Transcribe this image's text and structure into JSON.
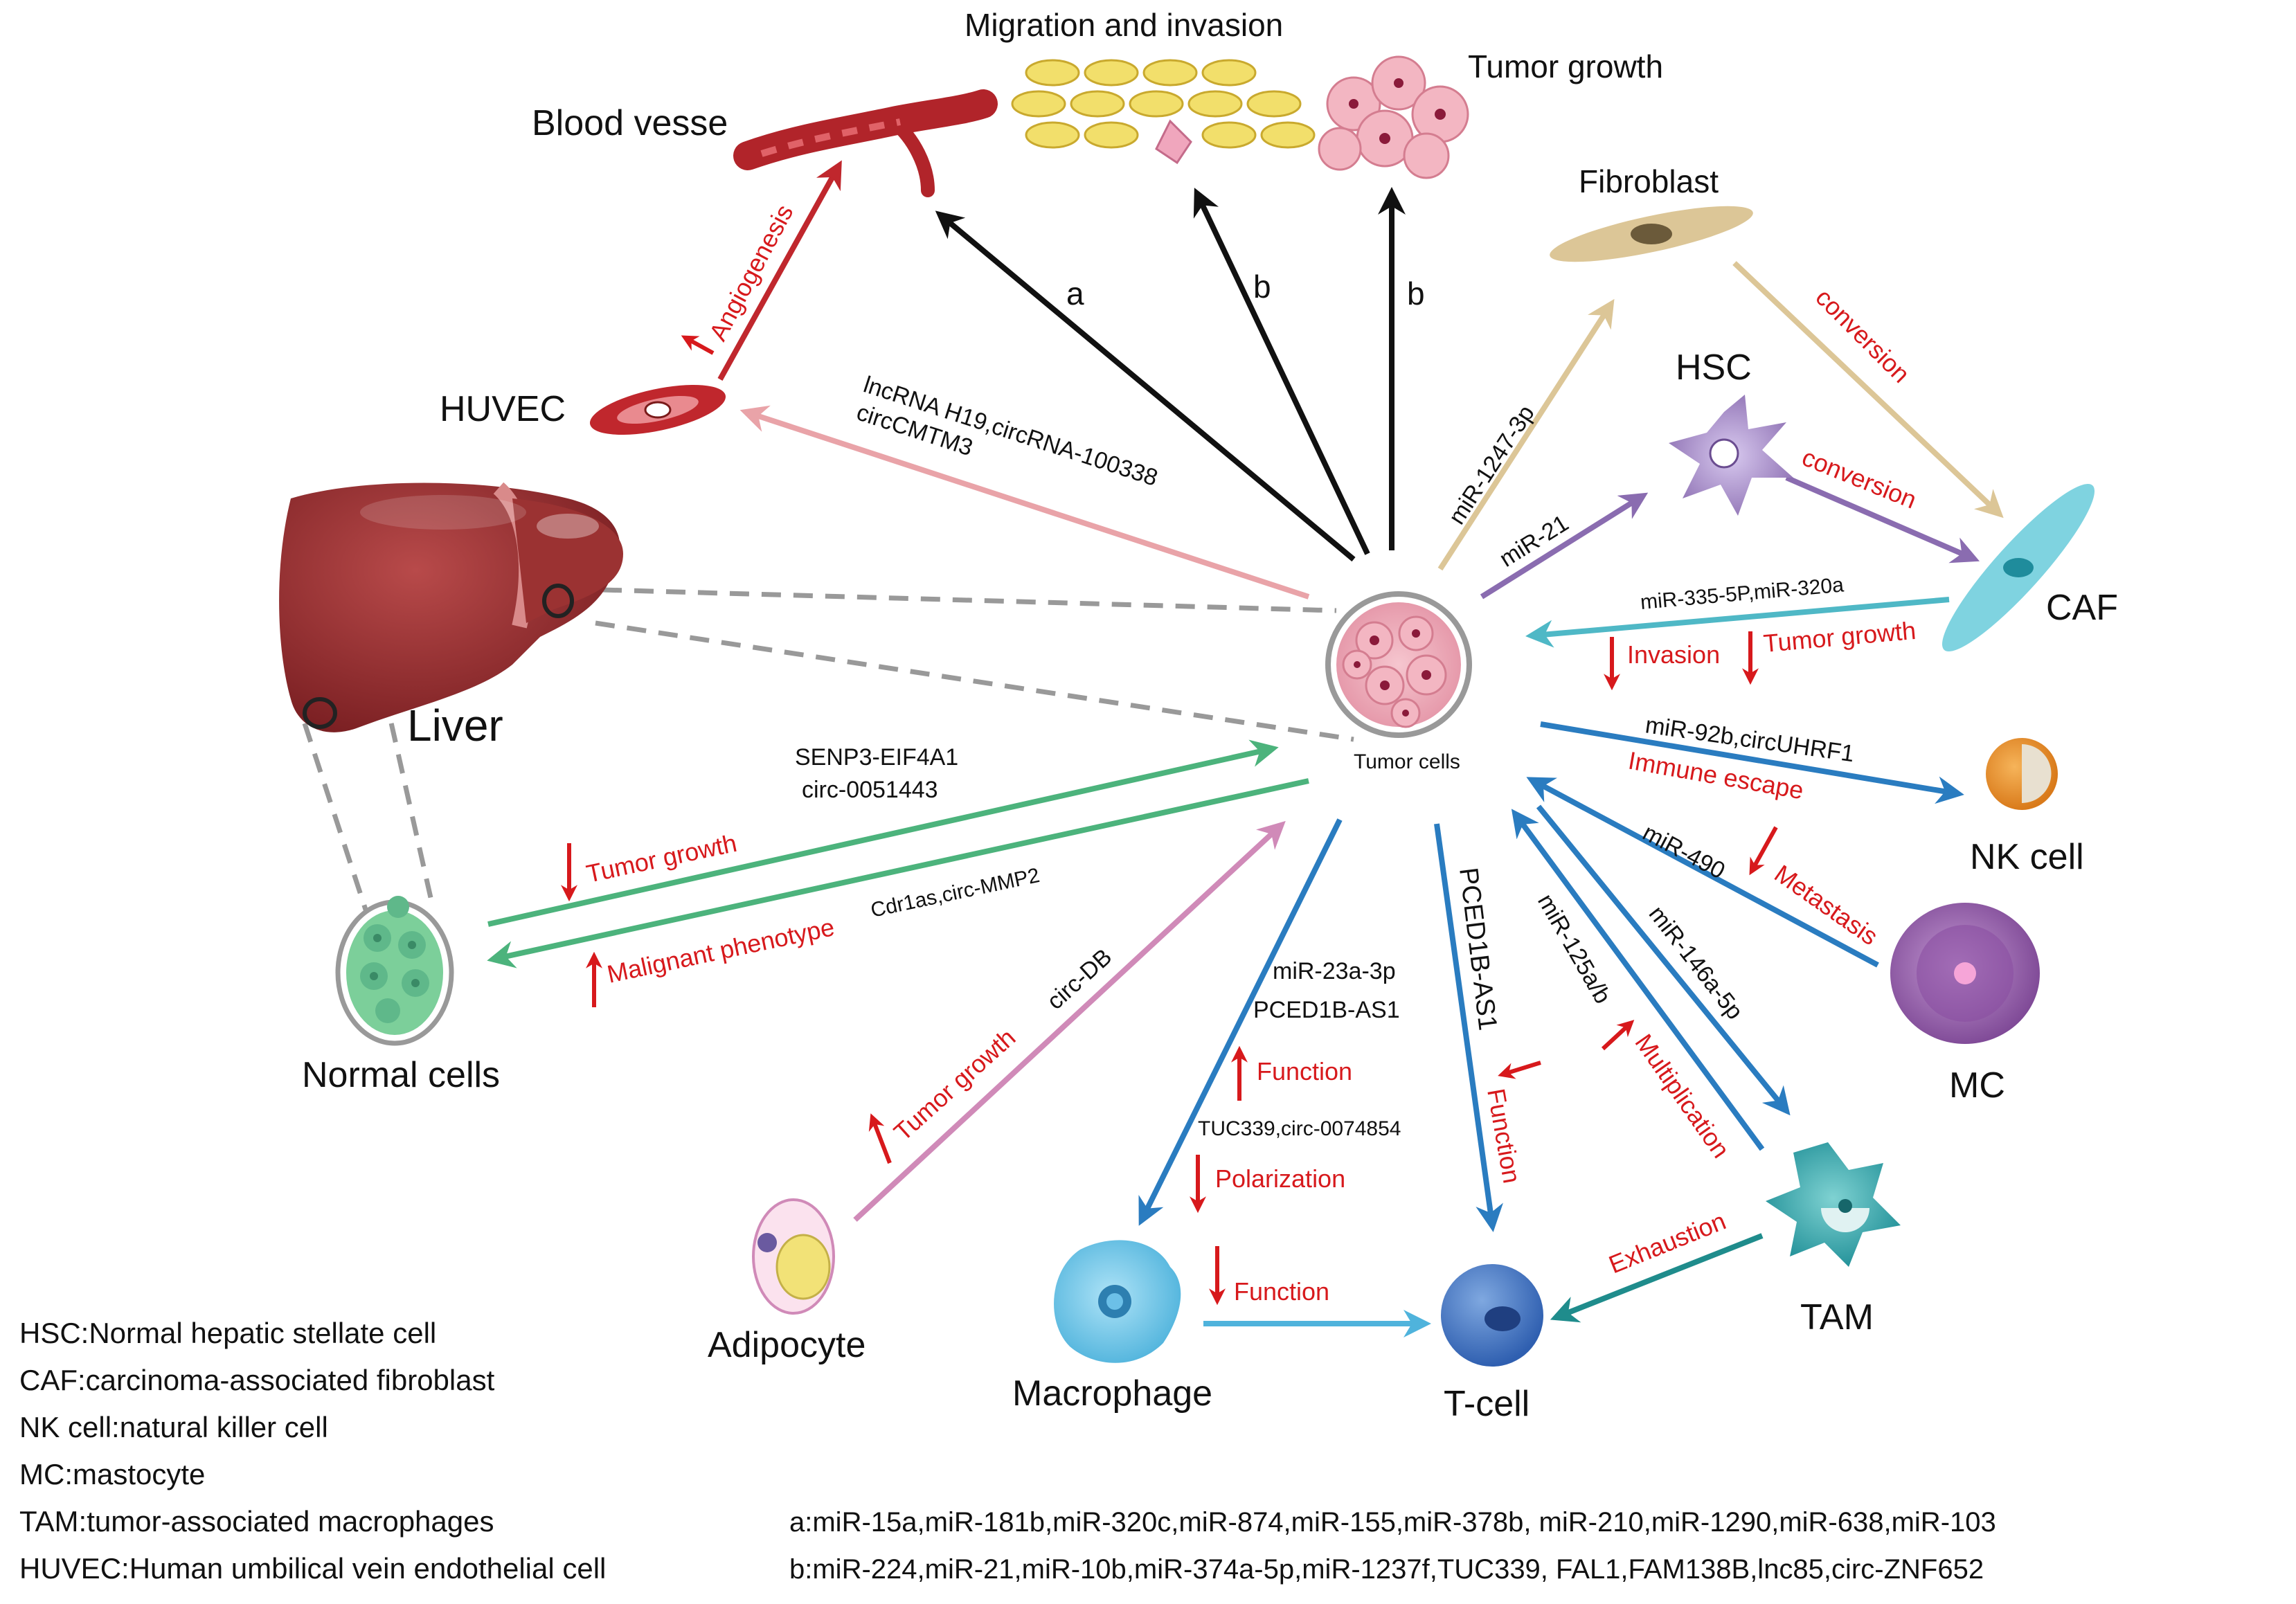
{
  "center": {
    "label": "Tumor cells"
  },
  "organs": {
    "liver": "Liver",
    "normal_cells": "Normal cells"
  },
  "targets": {
    "blood_vessel": "Blood vesse",
    "migration": "Migration and invasion",
    "tumor_growth": "Tumor growth",
    "fibroblast": "Fibroblast",
    "hsc": "HSC",
    "caf": "CAF",
    "nk": "NK cell",
    "mc": "MC",
    "tam": "TAM",
    "tcell": "T-cell",
    "macrophage": "Macrophage",
    "adipocyte": "Adipocyte",
    "huvec": "HUVEC"
  },
  "arrow_letters": {
    "a": "a",
    "b1": "b",
    "b2": "b"
  },
  "molecules": {
    "huvec_1": "lncRNA H19,circRNA-100338",
    "huvec_2": "circCMTM3",
    "fibro": "miR-1247-3p",
    "hsc": "miR-21",
    "caf": "miR-335-5P,miR-320a",
    "nk": "miR-92b,circUHRF1",
    "mc": "miR-490",
    "tam_out": "miR-146a-5p",
    "tam_in": "miR-125a/b",
    "tcell": "PCED1B-AS1",
    "mac_1": "miR-23a-3p",
    "mac_2": "PCED1B-AS1",
    "mac_3": "TUC339,circ-0074854",
    "adipo": "circ-DB",
    "normal_in_1": "SENP3-EIF4A1",
    "normal_in_2": "circ-0051443",
    "normal_out": "Cdr1as,circ-MMP2"
  },
  "effects": {
    "angiogenesis": "Angiogenesis",
    "fibro_conversion": "conversion",
    "hsc_conversion": "conversion",
    "invasion": "Invasion",
    "caf_tumor_growth": "Tumor growth",
    "immune_escape": "Immune escape",
    "metastasis": "Metastasis",
    "multiplication": "Multiplication",
    "tcell_function": "Function",
    "mac_function_up": "Function",
    "polarization": "Polarization",
    "mac_function_down": "Function",
    "exhaustion": "Exhaustion",
    "adipo_tumor_growth": "Tumor growth",
    "normal_tumor_growth": "Tumor growth",
    "malignant": "Malignant phenotype"
  },
  "legend": [
    "HSC:Normal hepatic stellate cell",
    "CAF:carcinoma-associated fibroblast",
    "NK cell:natural killer cell",
    "MC:mastocyte",
    "TAM:tumor-associated macrophages",
    "HUVEC:Human umbilical vein endothelial cell"
  ],
  "classes": {
    "a": "a:miR-15a,miR-181b,miR-320c,miR-874,miR-155,miR-378b, miR-210,miR-1290,miR-638,miR-103",
    "b": "b:miR-224,miR-21,miR-10b,miR-374a-5p,miR-1237f,TUC339, FAL1,FAM138B,lnc85,circ-ZNF652"
  },
  "colors": {
    "black": "#111111",
    "red": "#d7191c",
    "pink": "#e9a3a8",
    "tan": "#dcc697",
    "purple": "#8a6cb0",
    "teal": "#4fb8c6",
    "blue": "#2a7cc0",
    "green": "#4cb37c",
    "mauve": "#d08ab8",
    "sky": "#4fb3dc",
    "darkteal": "#1f8c8c",
    "liver": "#8e2a2a"
  }
}
